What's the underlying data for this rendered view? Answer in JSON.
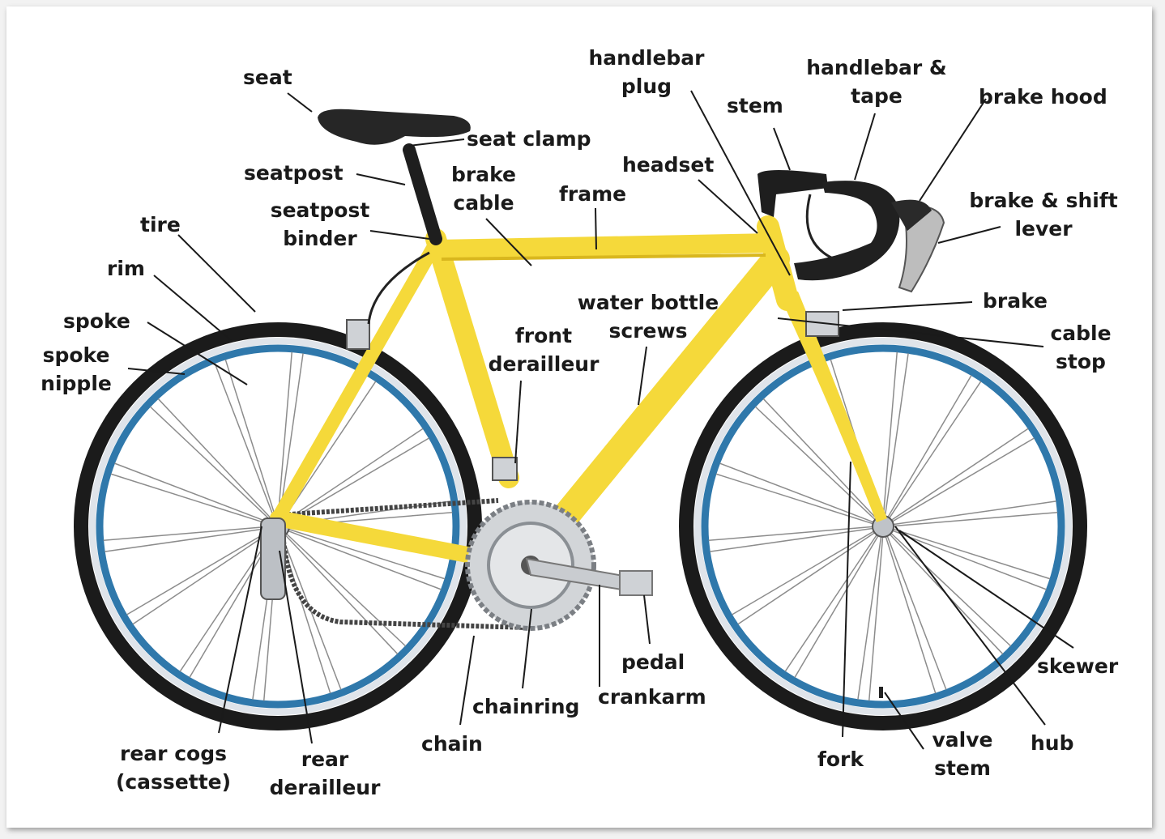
{
  "colors": {
    "frame": "#f5d93a",
    "frame_shade": "#d9b71e",
    "tire": "#1b1b1b",
    "rim": "#2f78ab",
    "rim_highlight": "#dfe4ea",
    "spoke": "#8c8c8c",
    "chrome": "#bfc3c8",
    "leader": "#1a1a1a"
  },
  "labels": {
    "seat": "seat",
    "seat_clamp": "seat clamp",
    "seatpost": "seatpost",
    "seatpost_binder": [
      "seatpost",
      "binder"
    ],
    "brake_cable": [
      "brake",
      "cable"
    ],
    "frame": "frame",
    "handlebar_plug": [
      "handlebar",
      "plug"
    ],
    "headset": "headset",
    "stem": "stem",
    "handlebar_tape": [
      "handlebar &",
      "tape"
    ],
    "brake_hood": "brake hood",
    "brake_shift_lever": [
      "brake & shift",
      "lever"
    ],
    "tire": "tire",
    "rim": "rim",
    "spoke": "spoke",
    "spoke_nipple": [
      "spoke",
      "nipple"
    ],
    "water_bottle_screws": [
      "water bottle",
      "screws"
    ],
    "front_derailleur": [
      "front",
      "derailleur"
    ],
    "brake": "brake",
    "cable_stop": [
      "cable",
      "stop"
    ],
    "rear_cogs": [
      "rear cogs",
      "(cassette)"
    ],
    "rear_derailleur": [
      "rear",
      "derailleur"
    ],
    "chain": "chain",
    "chainring": "chainring",
    "pedal": "pedal",
    "crankarm": "crankarm",
    "fork": "fork",
    "valve_stem": [
      "valve",
      "stem"
    ],
    "hub": "hub",
    "skewer": "skewer"
  }
}
